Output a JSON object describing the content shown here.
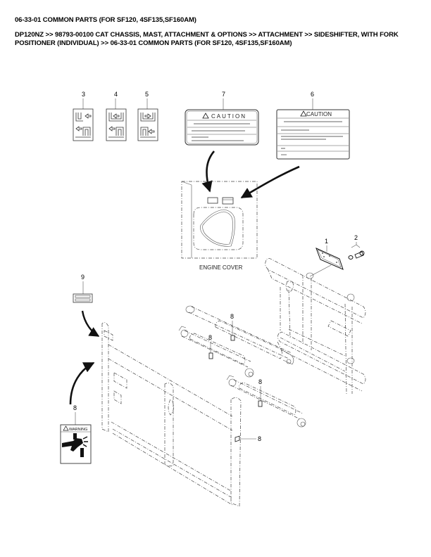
{
  "header": {
    "title": "06-33-01 COMMON PARTS  (FOR SF120, 4SF135,SF160AM)",
    "breadcrumb": "DP120NZ >> 98793-00100 CAT CHASSIS, MAST, ATTACHMENT & OPTIONS >> ATTACHMENT >> SIDESHIFTER, WITH FORK POSITIONER (INDIVIDUAL) >> 06-33-01 COMMON PARTS  (FOR SF120, 4SF135,SF160AM)"
  },
  "diagram": {
    "callouts": {
      "c1": "1",
      "c2": "2",
      "c3": "3",
      "c4": "4",
      "c5": "5",
      "c6": "6",
      "c7": "7",
      "c8a": "8",
      "c8b": "8",
      "c8c": "8",
      "c8d": "8",
      "c8e": "8",
      "c9": "9"
    },
    "labels": {
      "caution_7": "CAUTION",
      "caution_6": "CAUTION",
      "warning_8": "WARNING",
      "engine_cover": "ENGINE COVER"
    }
  }
}
